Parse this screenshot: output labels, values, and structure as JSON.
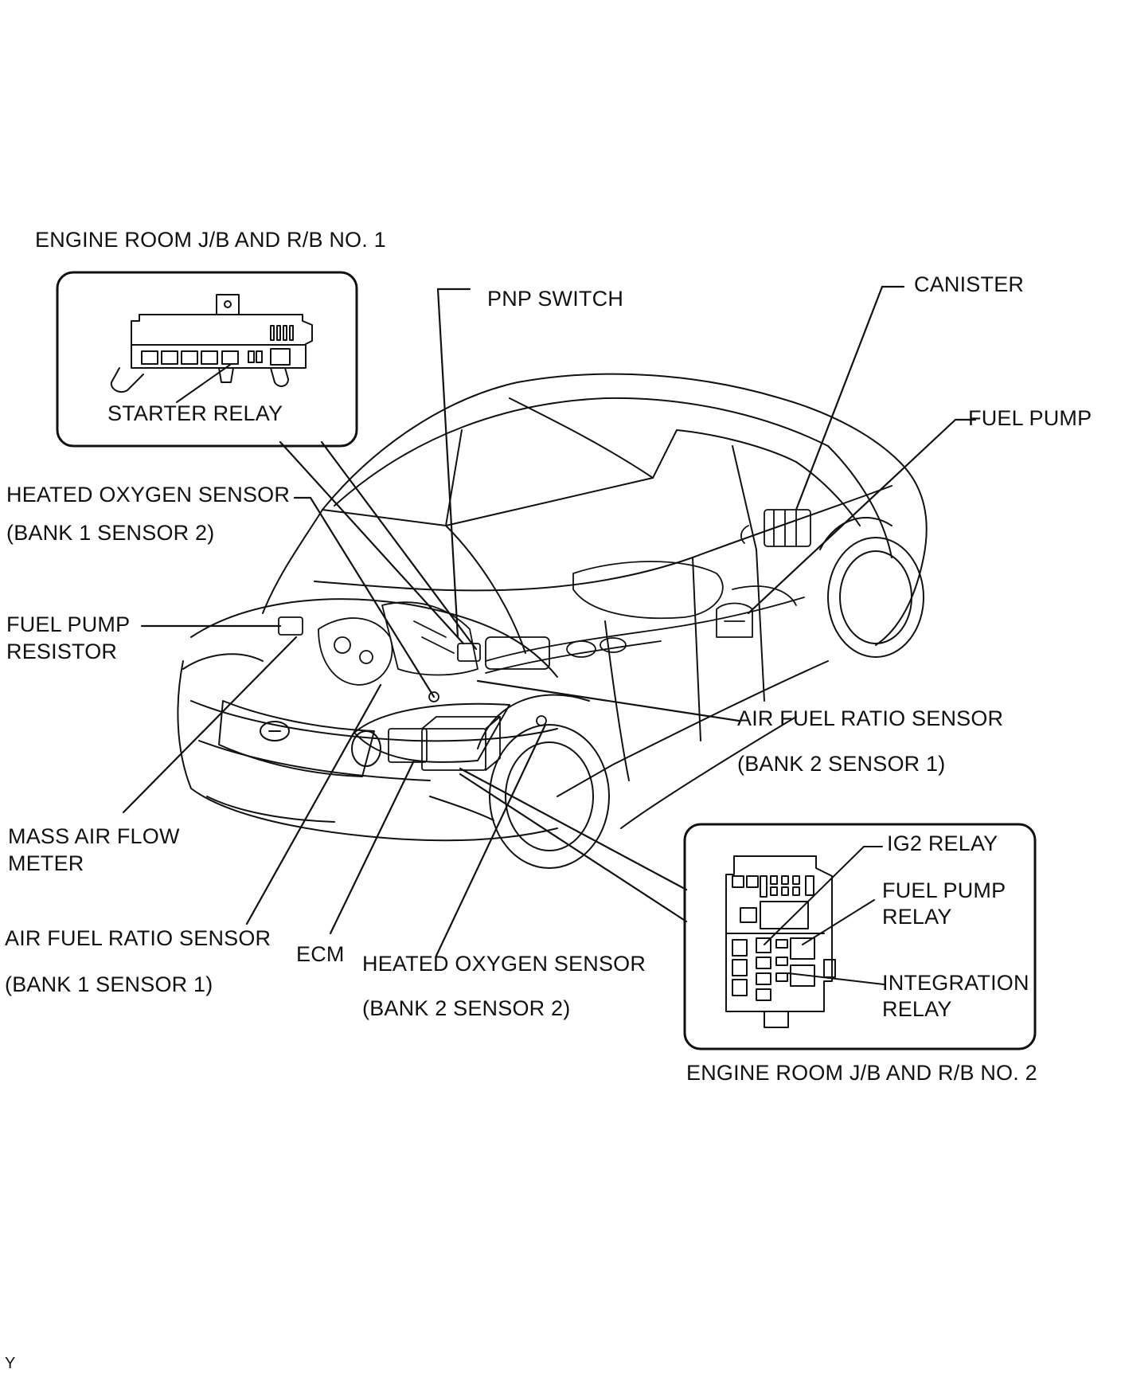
{
  "labels": {
    "jb1_title": "ENGINE ROOM J/B AND R/B NO. 1",
    "starter_relay": "STARTER RELAY",
    "pnp_switch": "PNP SWITCH",
    "canister": "CANISTER",
    "fuel_pump": "FUEL PUMP",
    "ho2_b1s2_line1": "HEATED OXYGEN SENSOR",
    "ho2_b1s2_line2": "(BANK 1 SENSOR 2)",
    "fpr_line1": "FUEL PUMP",
    "fpr_line2": "RESISTOR",
    "afr_b2s1_line1": "AIR FUEL RATIO SENSOR",
    "afr_b2s1_line2": "(BANK 2 SENSOR 1)",
    "maf_line1": "MASS AIR FLOW",
    "maf_line2": "METER",
    "afr_b1s1_line1": "AIR FUEL RATIO SENSOR",
    "afr_b1s1_line2": "(BANK 1 SENSOR 1)",
    "ecm": "ECM",
    "ho2_b2s2_line1": "HEATED OXYGEN SENSOR",
    "ho2_b2s2_line2": "(BANK 2 SENSOR 2)",
    "ig2_relay": "IG2 RELAY",
    "fp_relay_line1": "FUEL PUMP",
    "fp_relay_line2": "RELAY",
    "int_relay_line1": "INTEGRATION",
    "int_relay_line2": "RELAY",
    "jb2_title": "ENGINE ROOM J/B AND R/B NO. 2",
    "figure_code": "Y"
  },
  "colors": {
    "ink": "#111111",
    "background": "#ffffff"
  }
}
